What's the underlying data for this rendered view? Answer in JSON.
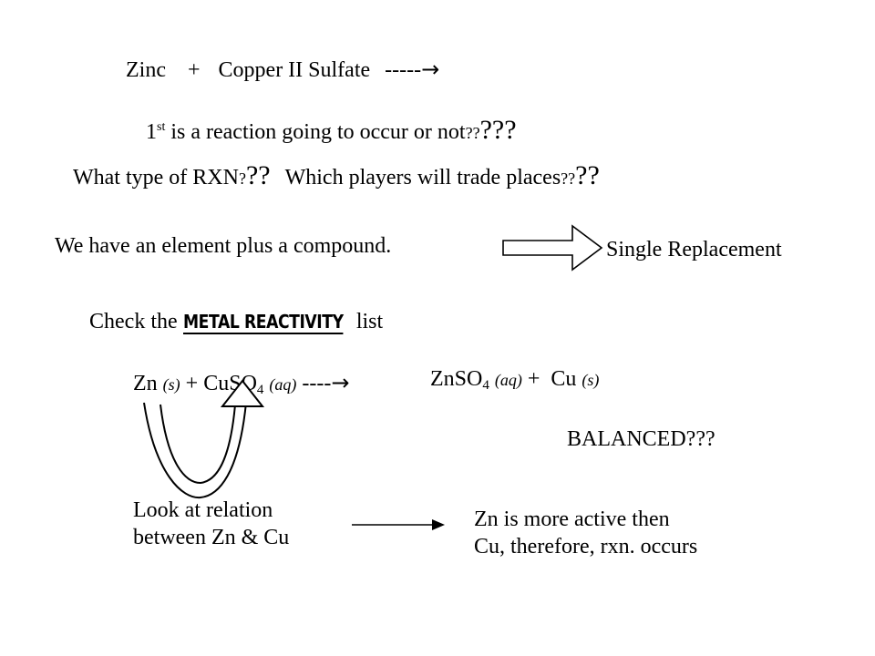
{
  "line1": {
    "zinc": "Zinc",
    "plus": "+",
    "copper": "Copper II Sulfate",
    "dashes": "-----",
    "arrow": "→"
  },
  "line2": {
    "one": "1",
    "st": "st",
    "text": " is a reaction going to occur or not",
    "q_small": "??",
    "q_big": "???"
  },
  "line3": {
    "text1": "What type of RXN",
    "q1_small": "?",
    "q1_big": "??",
    "text2": "Which players will trade places",
    "q2_small": "??",
    "q2_big": "??"
  },
  "line4": {
    "text": "We have an element plus a compound.",
    "result": "Single Replacement"
  },
  "line5": {
    "pre": "Check the ",
    "highlight": "METAL REACTIVITY",
    "post": " list"
  },
  "equation": {
    "zn": "Zn",
    "s1": "(s)",
    "plus1": "+",
    "cuso": "CuSO",
    "four1": "4",
    "aq1": "(aq)",
    "dashes": "----",
    "arrow": "→",
    "znso": "ZnSO",
    "four2": "4",
    "aq2": "(aq)",
    "plus2": "+",
    "cu": "Cu",
    "s2": "(s)"
  },
  "balanced": "BALANCED???",
  "relation": {
    "line1": "Look at relation",
    "line2": "between Zn & Cu"
  },
  "conclusion": {
    "line1": "Zn is more active then",
    "line2": "Cu, therefore, rxn. occurs"
  }
}
